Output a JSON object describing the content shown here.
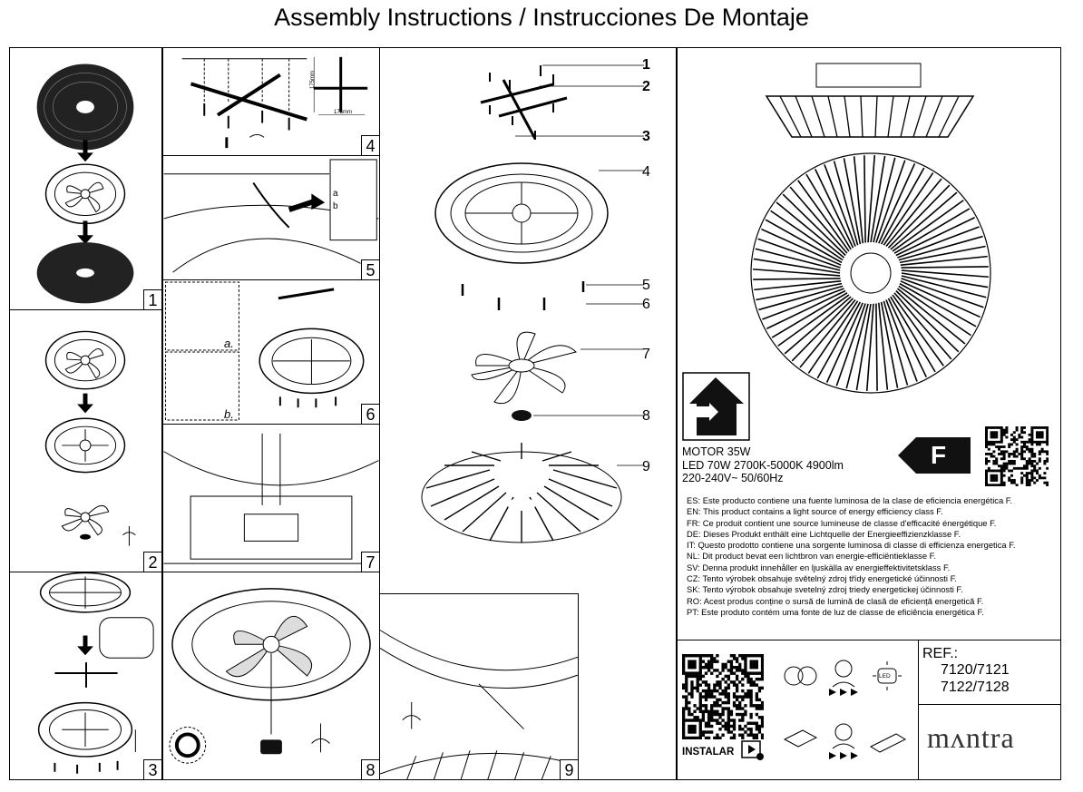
{
  "title": "Assembly Instructions / Instrucciones De Montaje",
  "steps": [
    "1",
    "2",
    "3",
    "4",
    "5",
    "6",
    "7",
    "8",
    "9"
  ],
  "step6_labels": {
    "a": "a.",
    "b": "b."
  },
  "step5_labels": {
    "a": "a",
    "b": "b"
  },
  "step4_dims": {
    "v": "175mm",
    "h": "175mm"
  },
  "parts_callouts": [
    "1",
    "2",
    "3",
    "4",
    "5",
    "6",
    "7",
    "8",
    "9"
  ],
  "product": {
    "motor": "MOTOR 35W",
    "led": "LED 70W 2700K-5000K 4900lm",
    "voltage": "220-240V~ 50/60Hz",
    "energy_class": "F"
  },
  "compliance": [
    "ES: Este producto contiene una fuente luminosa de la clase de eficiencia energética F.",
    "EN: This product contains a light source of energy efficiency class F.",
    "FR: Ce produit contient une source lumineuse de classe d'efficacité énergétique F.",
    "DE: Dieses Produkt enthält eine Lichtquelle der Energieeffizienzklasse F.",
    "IT: Questo prodotto contiene una sorgente luminosa di classe di efficienza energetica F.",
    "NL: Dit product bevat een lichtbron van energie-efficiëntieklasse F.",
    "SV: Denna produkt innehåller en ljuskälla av energieffektivitetsklass F.",
    "CZ: Tento výrobek obsahuje světelný zdroj třídy energetické účinnosti F.",
    "SK: Tento výrobok obsahuje svetelný zdroj triedy energetickej účinnosti F.",
    "RO: Acest produs conține o sursă de lumină de clasă de eficiență energetică F.",
    "PT: Este produto contém uma fonte de luz de classe de eficiência energética F."
  ],
  "install_label": "INSTALAR",
  "led_icon_text": "LED",
  "ref": {
    "label": "REF.:",
    "line1": "7120/7121",
    "line2": "7122/7128"
  },
  "brand": "mʌntra",
  "icons": [
    "house-energy-icon",
    "qr-code-icon",
    "led-bulb-icon",
    "technician-icon",
    "driver-icon",
    "play-icon"
  ]
}
